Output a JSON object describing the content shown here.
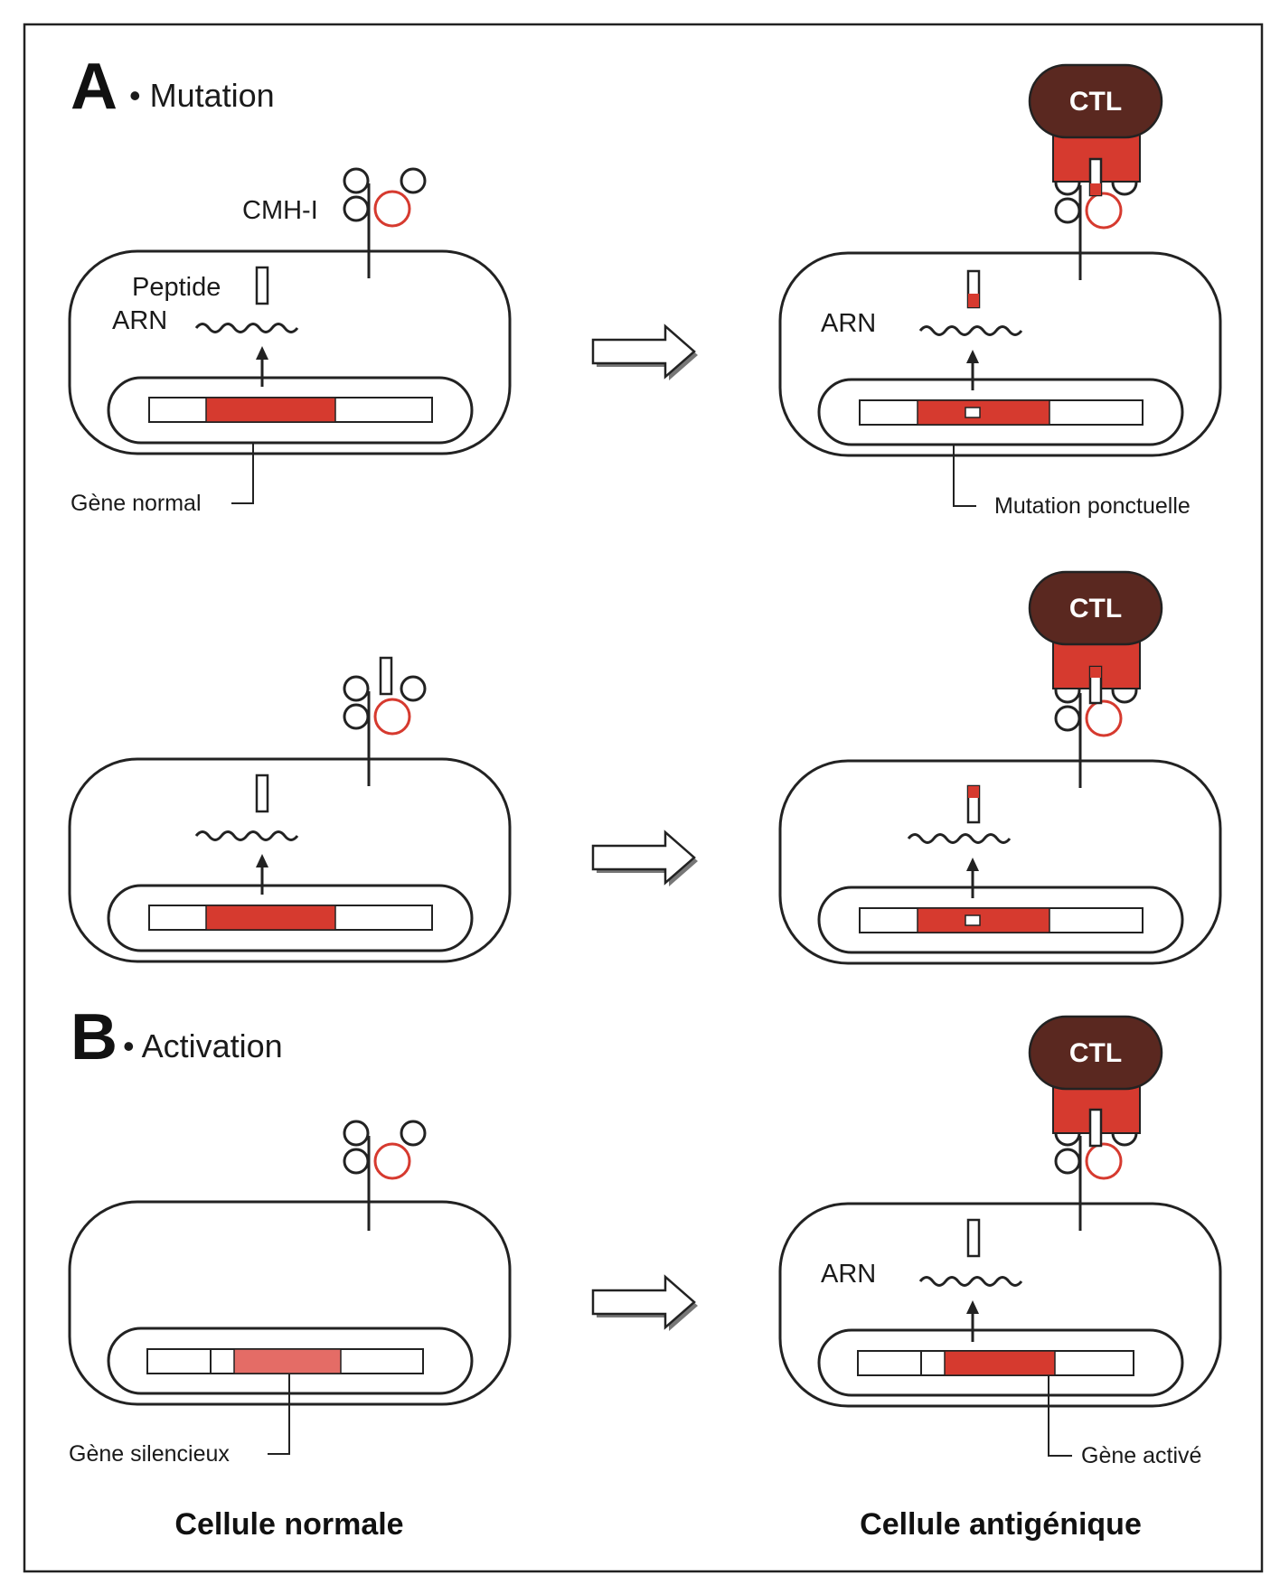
{
  "sections": {
    "a": {
      "letter": "A",
      "title": "• Mutation"
    },
    "b": {
      "letter": "B",
      "title": "• Activation"
    }
  },
  "labels": {
    "cmh": "CMH-I",
    "peptide": "Peptide",
    "arn": "ARN",
    "ctl": "CTL",
    "gene_normal": "Gène normal",
    "mutation_ponctuelle": "Mutation ponctuelle",
    "gene_silencieux": "Gène silencieux",
    "gene_active": "Gène activé"
  },
  "footer": {
    "left": "Cellule normale",
    "right": "Cellule antigénique"
  },
  "colors": {
    "red": "#d63a2f",
    "red_light": "#e46c66",
    "ctl": "#5a2820",
    "line": "#222222"
  }
}
